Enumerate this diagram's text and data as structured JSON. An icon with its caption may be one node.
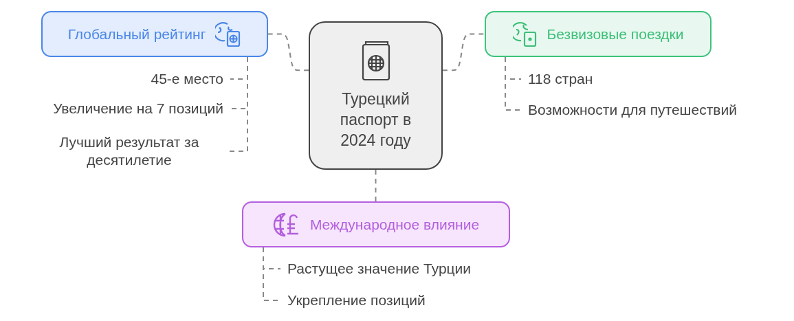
{
  "diagram": {
    "nodes": [
      {
        "text": [
          "Турецкий паспорт в 2024 году"
        ]
      },
      {
        "text": [
          "Глобальный рейтинг"
        ]
      },
      {
        "text": [
          "45-е место"
        ]
      },
      {
        "text": [
          "Увеличение на 7 позиций"
        ]
      },
      {
        "text": [
          "Лучший результат за десятилетие"
        ]
      },
      {
        "text": [
          "Безвизовые поездки"
        ]
      },
      {
        "text": [
          "118 стран"
        ]
      },
      {
        "text": [
          "Возможности для путешествий"
        ]
      },
      {
        "text": [
          "Международное влияние"
        ]
      },
      {
        "text": [
          "Растущее значение Турции"
        ]
      },
      {
        "text": [
          "Укрепление позиций"
        ]
      }
    ],
    "edges": [
      {
        "from": 0,
        "to": 1,
        "arrow": "none",
        "style": "dashed"
      },
      {
        "from": 1,
        "to": 2,
        "arrow": "none",
        "style": "dashed"
      },
      {
        "from": 1,
        "to": 3,
        "arrow": "none",
        "style": "dashed"
      },
      {
        "from": 1,
        "to": 4,
        "arrow": "none",
        "style": "dashed"
      },
      {
        "from": 0,
        "to": 5,
        "arrow": "none",
        "style": "dashed"
      },
      {
        "from": 5,
        "to": 6,
        "arrow": "none",
        "style": "dashed"
      },
      {
        "from": 5,
        "to": 7,
        "arrow": "none",
        "style": "dashed"
      },
      {
        "from": 0,
        "to": 8,
        "arrow": "none",
        "style": "dashed"
      },
      {
        "from": 8,
        "to": 9,
        "arrow": "none",
        "style": "dashed"
      },
      {
        "from": 8,
        "to": 10,
        "arrow": "none",
        "style": "dashed"
      }
    ]
  }
}
